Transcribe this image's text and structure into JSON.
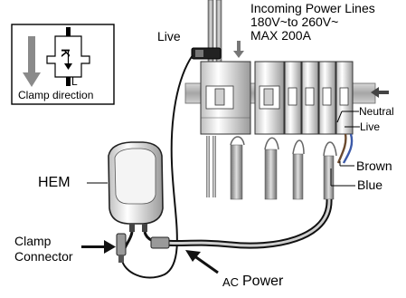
{
  "labels": {
    "live_top": "Live",
    "incoming_line1": "Incoming Power Lines",
    "incoming_line2": "180V~to 260V~",
    "incoming_line3": "MAX 200A",
    "clamp_direction": "Clamp direction",
    "clamp_k": "K",
    "clamp_l": "L",
    "neutral": "Neutral",
    "live_right": "Live",
    "brown": "Brown",
    "blue": "Blue",
    "hem": "HEM",
    "clamp_connector_1": "Clamp",
    "clamp_connector_2": "Connector",
    "ac_power_prefix": "AC",
    "ac_power_word": "Power"
  },
  "icons": [
    "arrow-down-icon",
    "arrow-left-icon",
    "arrow-right-icon",
    "arrow-up-left-icon"
  ]
}
